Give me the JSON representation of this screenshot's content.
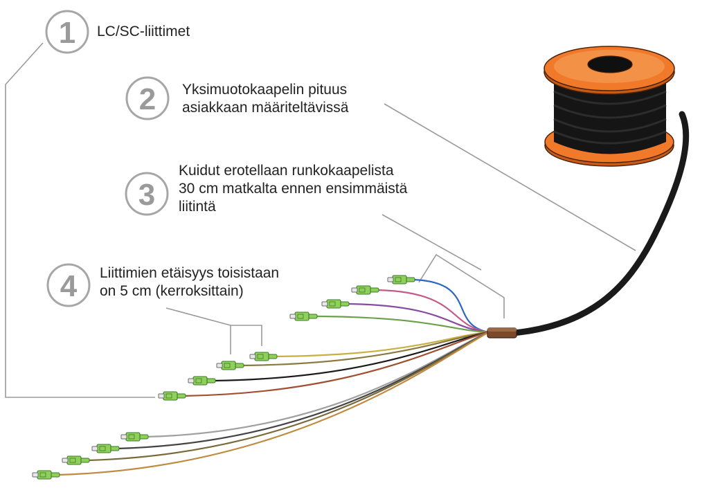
{
  "callouts": [
    {
      "number": "1",
      "lines": [
        "LC/SC-liittimet"
      ]
    },
    {
      "number": "2",
      "lines": [
        "Yksimuotokaapelin pituus",
        "asiakkaan määriteltävissä"
      ]
    },
    {
      "number": "3",
      "lines": [
        "Kuidut erotellaan runkokaapelista",
        "30 cm matkalta ennen ensimmäistä",
        "liitintä"
      ]
    },
    {
      "number": "4",
      "lines": [
        "Liittimien etäisyys toisistaan",
        "on 5 cm (kerroksittain)"
      ]
    }
  ],
  "colors": {
    "callout_circle": "#a6a6a6",
    "leader_line": "#9a9a9a",
    "text": "#222222",
    "spool_flange": "#f07a2a",
    "spool_flange_light": "#f6a45c",
    "cable": "#1a1a1a",
    "breakout_sleeve": "#7a4a2a",
    "connector_body": "#8fcf5a",
    "connector_dark": "#3a7a2a",
    "fiber_colors": [
      "#2a66c8",
      "#c45a8a",
      "#8a4aa0",
      "#6aa04a",
      "#c8b040",
      "#8a7a40",
      "#1a1a1a",
      "#a05030",
      "#a0a0a0",
      "#444444",
      "#7a6a3a",
      "#c08a40",
      "#8a5a3a",
      "#2a2a6a"
    ]
  },
  "icons": [
    "cable-spool-icon",
    "lc-sc-connector-icon"
  ]
}
